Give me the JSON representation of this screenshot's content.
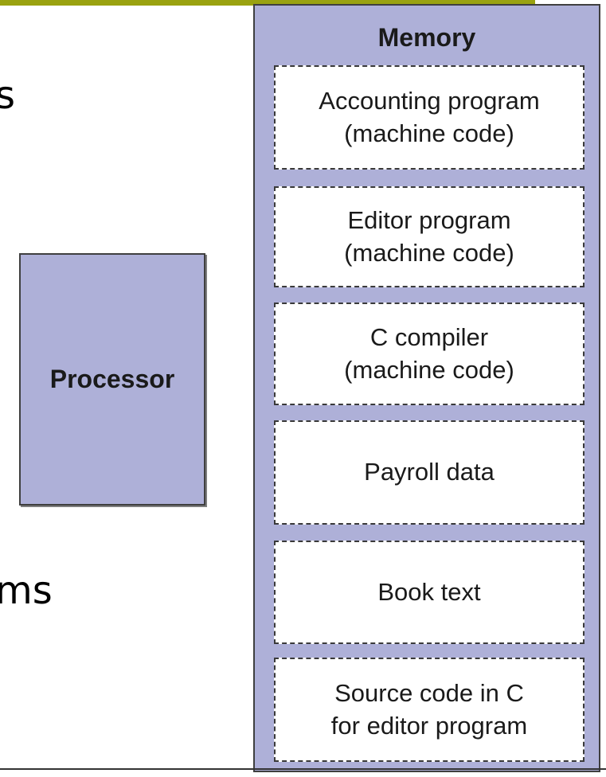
{
  "slide": {
    "text_fragment_1": "s",
    "text_fragment_2": "ms"
  },
  "processor": {
    "label": "Processor"
  },
  "memory": {
    "title": "Memory",
    "blocks": [
      {
        "line1": "Accounting program",
        "line2": "(machine code)"
      },
      {
        "line1": "Editor program",
        "line2": "(machine code)"
      },
      {
        "line1": "C compiler",
        "line2": "(machine code)"
      },
      {
        "line1": "Payroll data",
        "line2": ""
      },
      {
        "line1": "Book text",
        "line2": ""
      },
      {
        "line1": "Source code in C",
        "line2": "for editor program"
      }
    ]
  },
  "colors": {
    "box_fill": "#aeb0d8",
    "accent_bar": "#9aa210",
    "block_fill": "#ffffff"
  }
}
